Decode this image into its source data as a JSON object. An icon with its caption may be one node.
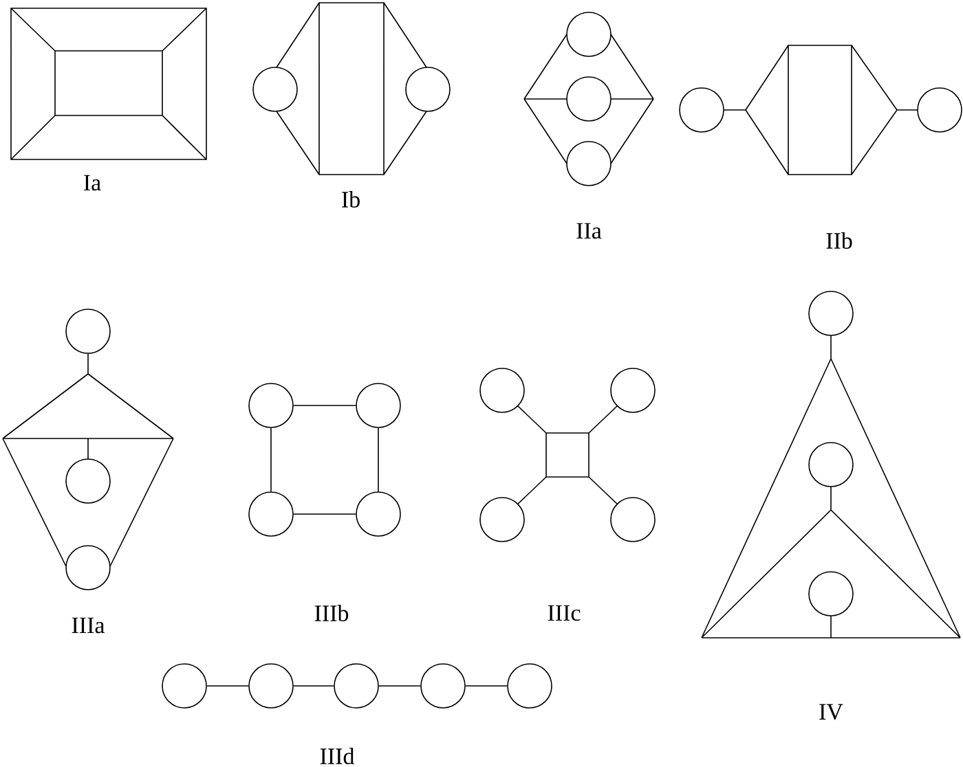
{
  "diagram": {
    "nodes": [
      {
        "text": [],
        "shape": "circle"
      },
      {
        "text": [],
        "shape": "circle"
      },
      {
        "text": [],
        "shape": "circle"
      },
      {
        "text": [],
        "shape": "circle"
      },
      {
        "text": [],
        "shape": "circle"
      },
      {
        "text": [],
        "shape": "circle"
      },
      {
        "text": [],
        "shape": "circle"
      },
      {
        "text": [],
        "shape": "circle"
      },
      {
        "text": [],
        "shape": "circle"
      },
      {
        "text": [],
        "shape": "circle"
      },
      {
        "text": [],
        "shape": "circle"
      },
      {
        "text": [],
        "shape": "circle"
      },
      {
        "text": [],
        "shape": "circle"
      },
      {
        "text": [],
        "shape": "circle"
      },
      {
        "text": [],
        "shape": "circle"
      },
      {
        "text": [],
        "shape": "circle"
      },
      {
        "text": [],
        "shape": "circle"
      },
      {
        "text": [],
        "shape": "circle"
      },
      {
        "text": [],
        "shape": "circle"
      },
      {
        "text": [],
        "shape": "circle"
      },
      {
        "text": [],
        "shape": "circle"
      },
      {
        "text": [],
        "shape": "circle"
      },
      {
        "text": [],
        "shape": "circle"
      },
      {
        "text": [],
        "shape": "circle"
      },
      {
        "text": [],
        "shape": "circle"
      },
      {
        "text": [],
        "shape": "circle"
      }
    ],
    "edges": [
      {
        "from": 10,
        "to": 11,
        "arrow": "none"
      },
      {
        "from": 10,
        "to": 12,
        "arrow": "none"
      },
      {
        "from": 11,
        "to": 13,
        "arrow": "none"
      },
      {
        "from": 12,
        "to": 13,
        "arrow": "none"
      },
      {
        "from": 21,
        "to": 22,
        "arrow": "none"
      },
      {
        "from": 22,
        "to": 23,
        "arrow": "none"
      },
      {
        "from": 23,
        "to": 24,
        "arrow": "none"
      },
      {
        "from": 24,
        "to": 25,
        "arrow": "none"
      }
    ],
    "labels": [
      "Ia",
      "Ib",
      "IIa",
      "IIb",
      "IIIa",
      "IIIb",
      "IIIc",
      "IV",
      "IIId"
    ]
  }
}
